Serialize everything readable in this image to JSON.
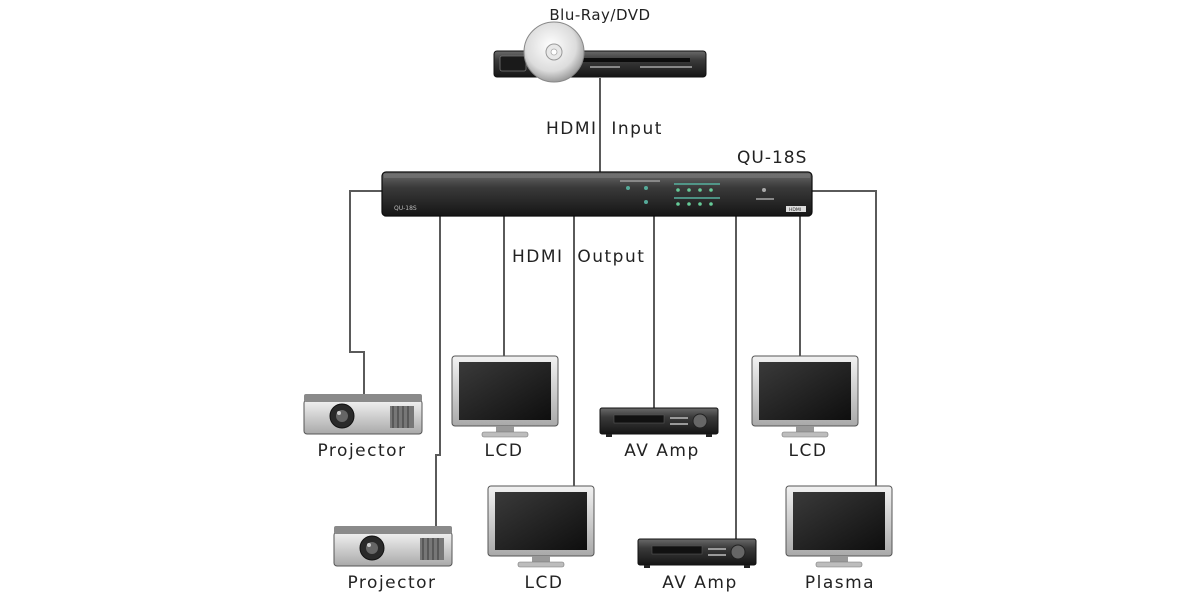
{
  "source": {
    "label": "Blu-Ray/DVD",
    "icon": "bluray-dvd-player-icon"
  },
  "hub": {
    "model_label": "QU-18S",
    "panel_text": "QU-18S",
    "brand_text": "HDMI",
    "icon": "hdmi-splitter-icon"
  },
  "labels": {
    "input": "HDMI  Input",
    "output": "HDMI  Output"
  },
  "outputs": [
    {
      "label": "Projector",
      "icon": "projector-icon"
    },
    {
      "label": "LCD",
      "icon": "lcd-monitor-icon"
    },
    {
      "label": "AV Amp",
      "icon": "av-amplifier-icon"
    },
    {
      "label": "LCD",
      "icon": "lcd-monitor-icon"
    },
    {
      "label": "Projector",
      "icon": "projector-icon"
    },
    {
      "label": "LCD",
      "icon": "lcd-monitor-icon"
    },
    {
      "label": "AV Amp",
      "icon": "av-amplifier-icon"
    },
    {
      "label": "Plasma",
      "icon": "plasma-monitor-icon"
    }
  ],
  "colors": {
    "device": "#2a2a2a",
    "line": "#555555",
    "text": "#222222",
    "screen": "#1a1a1a"
  }
}
